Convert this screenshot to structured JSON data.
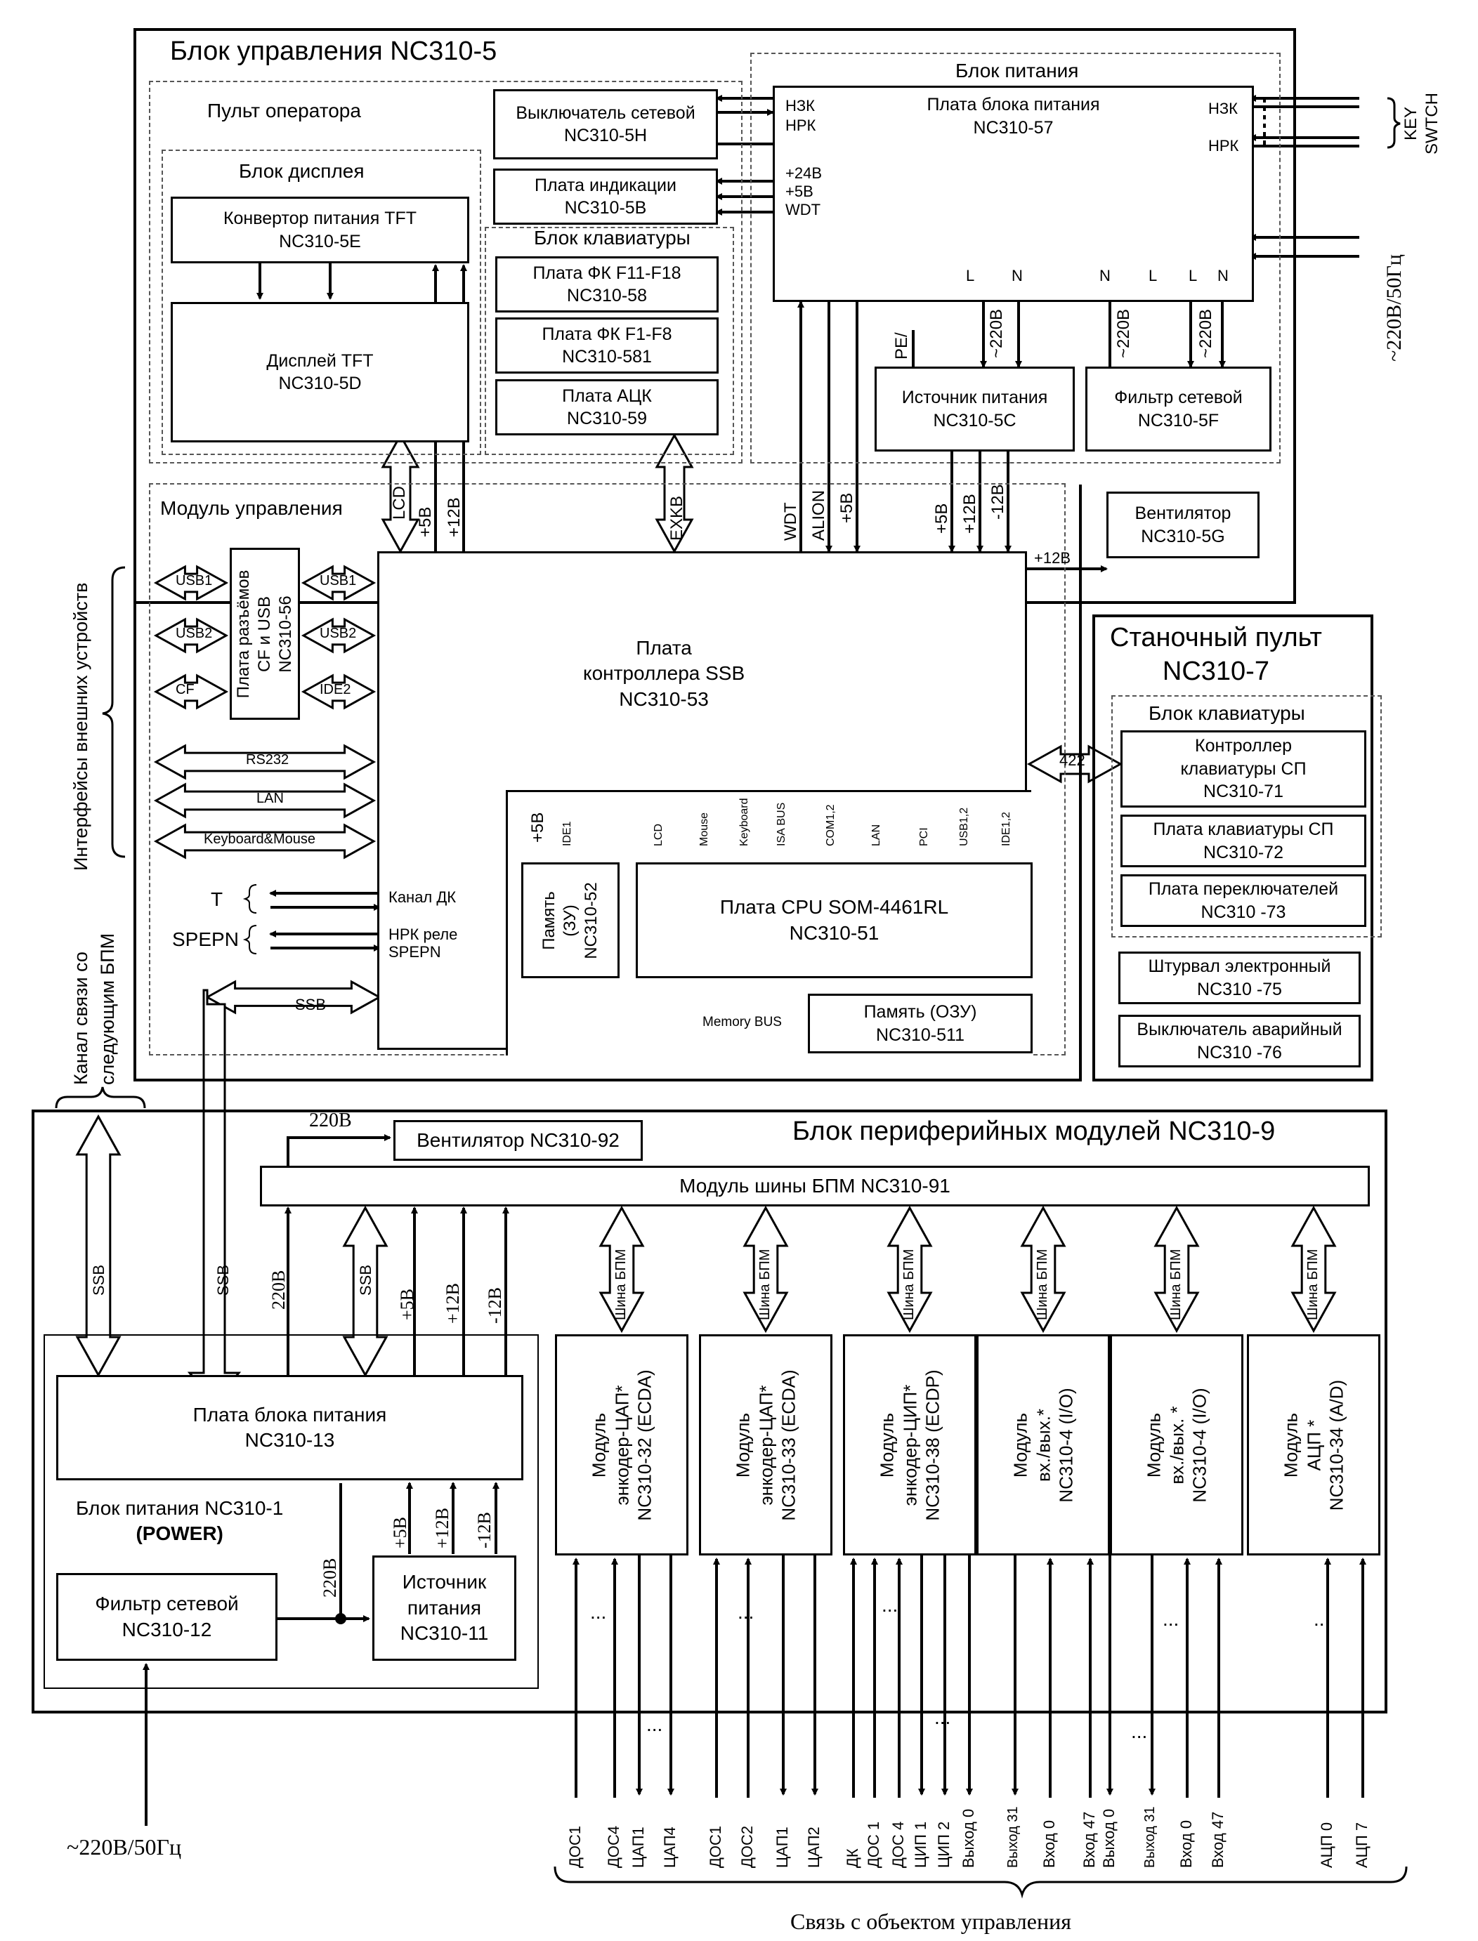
{
  "control_unit": {
    "title": "Блок управления NC310-5",
    "operator_panel": {
      "title": "Пульт оператора",
      "display_block": {
        "title": "Блок дисплея",
        "converter": [
          "Конвертор питания TFT",
          "NC310-5E"
        ],
        "display": [
          "Дисплей TFT",
          "NC310-5D"
        ]
      },
      "network_switch": [
        "Выключатель сетевой",
        "NC310-5H"
      ],
      "indication_board": [
        "Плата индикации",
        "NC310-5B"
      ],
      "keyboard_block": {
        "title": "Блок клавиатуры",
        "items": [
          [
            "Плата ФК F11-F18",
            "NC310-58"
          ],
          [
            "Плата ФК F1-F8",
            "NC310-581"
          ],
          [
            "Плата АЦК",
            "NC310-59"
          ]
        ]
      }
    },
    "power_block": {
      "title": "Блок питания",
      "board": [
        "Плата блока питания",
        "NC310-57"
      ],
      "left_signals": [
        "НЗК",
        "НРК",
        "+24В",
        "+5В",
        "WDT"
      ],
      "right_signals": [
        "НЗК",
        "НРК"
      ],
      "bottom_pins": [
        "L",
        "N",
        "N",
        "L",
        "L",
        "N"
      ],
      "source": [
        "Источник питания",
        "NC310-5C"
      ],
      "filter": [
        "Фильтр сетевой",
        "NC310-5F"
      ],
      "wire_labels": [
        "PE/",
        "~220В",
        "~220В",
        "~220В"
      ]
    },
    "control_module": {
      "title": "Модуль управления",
      "connector_board": [
        "Плата разъёмов",
        "CF и USB",
        "NC310-56"
      ],
      "left_ports": [
        "USB1",
        "USB2",
        "CF"
      ],
      "right_ports": [
        "USB1",
        "USB2",
        "IDE2"
      ],
      "buses": [
        "RS232",
        "LAN",
        "Keyboard&Mouse"
      ],
      "ssb_controller": [
        "Плата",
        "контроллера SSB",
        "NC310-53"
      ],
      "memory_zu": [
        "Память",
        "(ЗУ)",
        "NC310-52"
      ],
      "cpu": [
        "Плата CPU SOM-4461RL",
        "NC310-51"
      ],
      "memory_ozu": [
        "Память (ОЗУ)",
        "NC310-511"
      ],
      "memory_bus": "Memory BUS",
      "cpu_ports": [
        "IDE1",
        "LCD",
        "Mouse",
        "Keyboard",
        "ISA BUS",
        "COM1,2",
        "LAN",
        "PCI",
        "USB1,2",
        "IDE1,2"
      ],
      "channel_dk": "Канал ДК",
      "nrk_relay": [
        "НРК реле",
        "SPEPN"
      ],
      "t_label": "T",
      "spepn_label": "SPEPN",
      "ssb": "SSB",
      "plus5": "+5В"
    },
    "top_signals": [
      "LCD",
      "+5В",
      "+12В",
      "EXKB",
      "WDT",
      "ALION",
      "+5В",
      "+5В",
      "+12В",
      "-12В"
    ],
    "fan": [
      "Вентилятор",
      "NC310-5G"
    ],
    "fan_voltage": "+12В"
  },
  "ext_interfaces": "Интерфейсы внешних устройств",
  "channel_bpm": [
    "Канал связи со",
    "следующим БПМ"
  ],
  "key_switch": [
    "KEY",
    "SWTCH"
  ],
  "mains_right": "~220В/50Гц",
  "machine_panel": {
    "title": [
      "Станочный пульт",
      "NC310-7"
    ],
    "keyboard_block": "Блок клавиатуры",
    "link": "422",
    "items": [
      [
        "Контроллер",
        "клавиатуры СП",
        "NC310-71"
      ],
      [
        "Плата клавиатуры СП",
        "NC310-72"
      ],
      [
        "Плата переключателей",
        "NC310 -73"
      ]
    ],
    "extra": [
      [
        "Штурвал электронный",
        "NC310 -75"
      ],
      [
        "Выключатель аварийный",
        "NC310 -76"
      ]
    ]
  },
  "peripheral": {
    "title": "Блок периферийных модулей NC310-9",
    "fan": "Вентилятор NC310-92",
    "fan_voltage": "220В",
    "bus_module": "Модуль шины БПМ NC310-91",
    "bus_label": "Шина БПМ",
    "left_signals": [
      "SSB",
      "SSB",
      "220В",
      "SSB",
      "+5В",
      "+12В",
      "-12В"
    ],
    "power_unit": {
      "title": [
        "Блок питания NC310-1",
        "(POWER)"
      ],
      "board": [
        "Плата блока питания",
        "NC310-13"
      ],
      "filter": [
        "Фильтр сетевой",
        "NC310-12"
      ],
      "source": [
        "Источник",
        "питания",
        "NC310-11"
      ],
      "wires": [
        "220В",
        "+5В",
        "+12В",
        "-12В"
      ]
    },
    "modules": [
      [
        "Модуль",
        "энкодер-ЦАП*",
        "NC310-32 (ECDA)"
      ],
      [
        "Модуль",
        "энкодер-ЦАП*",
        "NC310-33 (ECDA)"
      ],
      [
        "Модуль",
        "энкодер-ЦИП*",
        "NC310-38 (ECDP)"
      ],
      [
        "Модуль",
        "вх./вых.*",
        "NC310-4 (I/O)"
      ],
      [
        "Модуль",
        "вх./вых. *",
        "NC310-4 (I/O)"
      ],
      [
        "Модуль",
        "АЦП *",
        "NC310-34 (A/D)"
      ]
    ],
    "ellipsis": "..."
  },
  "mains_bottom": "~220В/50Гц",
  "bottom_signals": [
    "ДОС1",
    "ДОС4",
    "ЦАП1",
    "ЦАП4",
    "ДОС1",
    "ДОС2",
    "ЦАП1",
    "ЦАП2",
    "ДК",
    "ДОС 1",
    "ДОС 4",
    "ЦИП 1",
    "ЦИП 2",
    "Выход 0",
    "Выход 31",
    "Вход 0",
    "Вход 47",
    "Выход 0",
    "Выход 31",
    "Вход 0",
    "Вход 47",
    "АЦП 0",
    "АЦП 7"
  ],
  "object_link": "Связь с объектом управления"
}
